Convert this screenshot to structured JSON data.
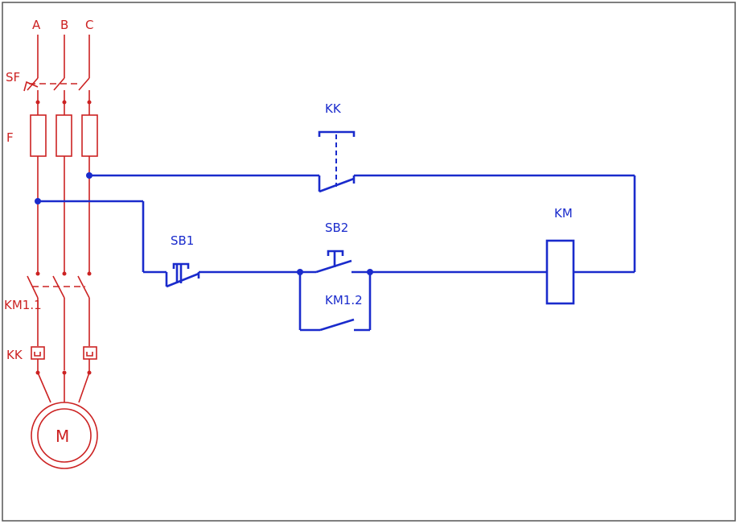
{
  "colors": {
    "power": "#cc2222",
    "control": "#1a2bcc",
    "frame": "#555555"
  },
  "labels": {
    "phase_a": "A",
    "phase_b": "B",
    "phase_c": "C",
    "breaker": "SF",
    "fuse": "F",
    "contactor_main": "KM1.1",
    "thermal_relay": "KK",
    "motor": "M",
    "thermal_contact": "KK",
    "stop_button": "SB1",
    "start_button": "SB2",
    "hold_contact": "KM1.2",
    "coil": "KM"
  }
}
